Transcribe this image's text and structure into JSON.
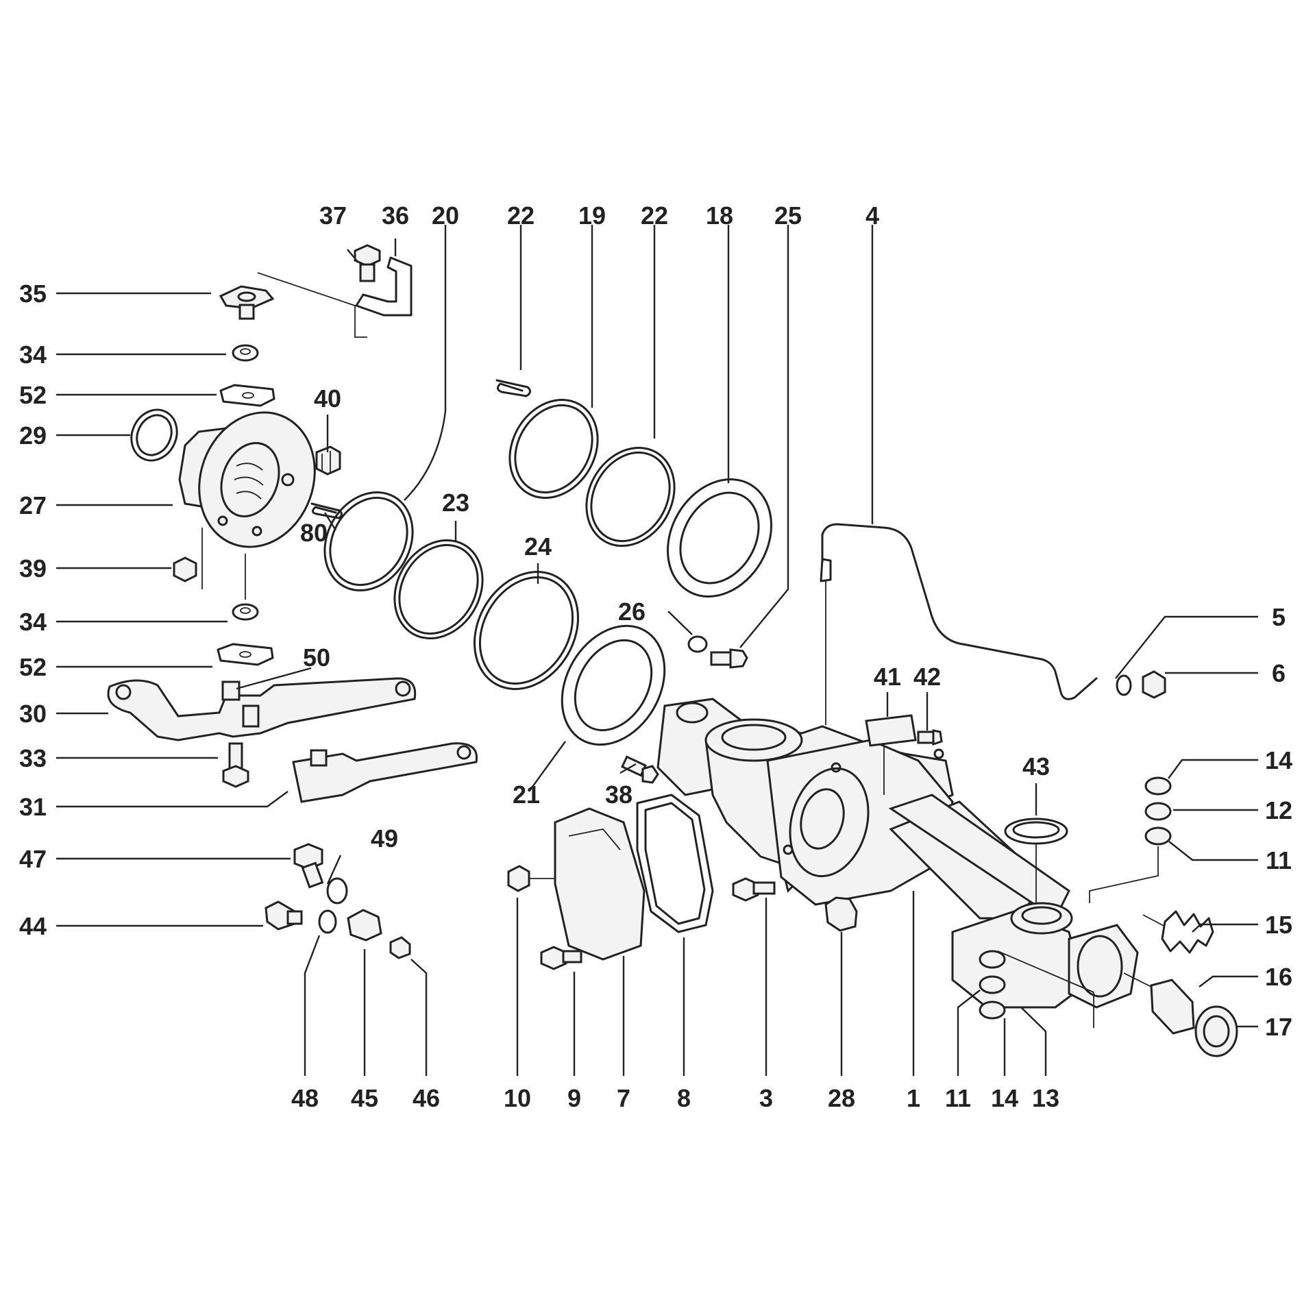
{
  "diagram": {
    "callouts": [
      {
        "id": "c37",
        "text": "37"
      },
      {
        "id": "c36",
        "text": "36"
      },
      {
        "id": "c20",
        "text": "20"
      },
      {
        "id": "c22a",
        "text": "22"
      },
      {
        "id": "c19",
        "text": "19"
      },
      {
        "id": "c22b",
        "text": "22"
      },
      {
        "id": "c18",
        "text": "18"
      },
      {
        "id": "c25",
        "text": "25"
      },
      {
        "id": "c4",
        "text": "4"
      },
      {
        "id": "c35",
        "text": "35"
      },
      {
        "id": "c34a",
        "text": "34"
      },
      {
        "id": "c52a",
        "text": "52"
      },
      {
        "id": "c40",
        "text": "40"
      },
      {
        "id": "c29",
        "text": "29"
      },
      {
        "id": "c23",
        "text": "23"
      },
      {
        "id": "c27",
        "text": "27"
      },
      {
        "id": "c80",
        "text": "80"
      },
      {
        "id": "c24",
        "text": "24"
      },
      {
        "id": "c39",
        "text": "39"
      },
      {
        "id": "c26",
        "text": "26"
      },
      {
        "id": "c5",
        "text": "5"
      },
      {
        "id": "c34b",
        "text": "34"
      },
      {
        "id": "c52b",
        "text": "52"
      },
      {
        "id": "c50",
        "text": "50"
      },
      {
        "id": "c41",
        "text": "41"
      },
      {
        "id": "c42",
        "text": "42"
      },
      {
        "id": "c6",
        "text": "6"
      },
      {
        "id": "c30",
        "text": "30"
      },
      {
        "id": "c33",
        "text": "33"
      },
      {
        "id": "c43",
        "text": "43"
      },
      {
        "id": "c14a",
        "text": "14"
      },
      {
        "id": "c21",
        "text": "21"
      },
      {
        "id": "c38",
        "text": "38"
      },
      {
        "id": "c12",
        "text": "12"
      },
      {
        "id": "c31",
        "text": "31"
      },
      {
        "id": "c11a",
        "text": "11"
      },
      {
        "id": "c49",
        "text": "49"
      },
      {
        "id": "c47",
        "text": "47"
      },
      {
        "id": "c44",
        "text": "44"
      },
      {
        "id": "c15",
        "text": "15"
      },
      {
        "id": "c16",
        "text": "16"
      },
      {
        "id": "c17",
        "text": "17"
      },
      {
        "id": "c48",
        "text": "48"
      },
      {
        "id": "c45",
        "text": "45"
      },
      {
        "id": "c46",
        "text": "46"
      },
      {
        "id": "c10",
        "text": "10"
      },
      {
        "id": "c9",
        "text": "9"
      },
      {
        "id": "c7",
        "text": "7"
      },
      {
        "id": "c8",
        "text": "8"
      },
      {
        "id": "c3",
        "text": "3"
      },
      {
        "id": "c28",
        "text": "28"
      },
      {
        "id": "c1",
        "text": "1"
      },
      {
        "id": "c11b",
        "text": "11"
      },
      {
        "id": "c14b",
        "text": "14"
      },
      {
        "id": "c13",
        "text": "13"
      }
    ]
  }
}
